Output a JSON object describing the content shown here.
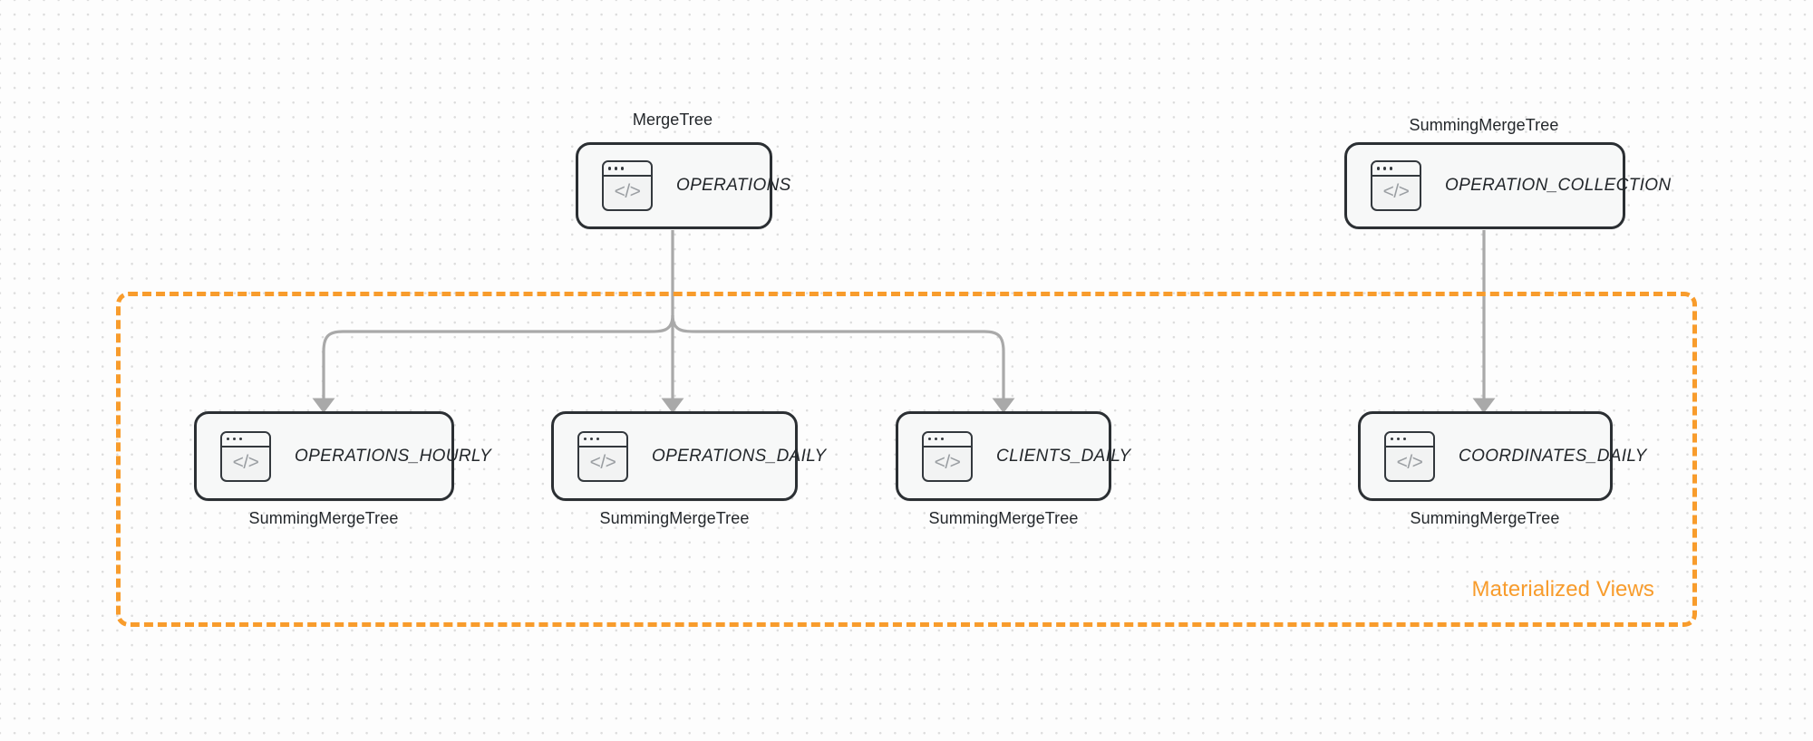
{
  "diagram": {
    "title_hidden": "",
    "colors": {
      "accent_orange": "#f89c2c",
      "node_border": "#2b2f33",
      "node_fill": "#f7f8f8",
      "edge_gray": "#a9a9a9",
      "canvas": "#fdfdfd"
    },
    "group": {
      "caption": "Materialized Views",
      "style": "dashed"
    },
    "icon": {
      "name": "code-window-icon",
      "glyph": "</>"
    },
    "nodes": [
      {
        "id": "operations",
        "label": "OPERATIONS",
        "engine": "MergeTree",
        "engine_position": "above"
      },
      {
        "id": "operation_collection",
        "label": "OPERATION_COLLECTION",
        "engine": "SummingMergeTree",
        "engine_position": "above"
      },
      {
        "id": "operations_hourly",
        "label": "OPERATIONS_HOURLY",
        "engine": "SummingMergeTree",
        "engine_position": "below"
      },
      {
        "id": "operations_daily",
        "label": "OPERATIONS_DAILY",
        "engine": "SummingMergeTree",
        "engine_position": "below"
      },
      {
        "id": "clients_daily",
        "label": "CLIENTS_DAILY",
        "engine": "SummingMergeTree",
        "engine_position": "below"
      },
      {
        "id": "coordinates_daily",
        "label": "COORDINATES_DAILY",
        "engine": "SummingMergeTree",
        "engine_position": "below"
      }
    ],
    "edges": [
      {
        "from": "operations",
        "to": "operations_hourly"
      },
      {
        "from": "operations",
        "to": "operations_daily"
      },
      {
        "from": "operations",
        "to": "clients_daily"
      },
      {
        "from": "operation_collection",
        "to": "coordinates_daily"
      }
    ]
  }
}
